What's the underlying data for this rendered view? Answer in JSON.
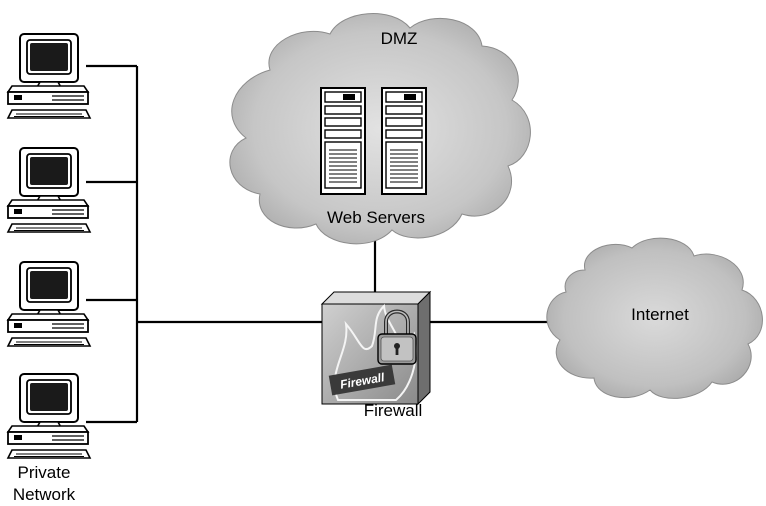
{
  "labels": {
    "dmz": "DMZ",
    "web_servers": "Web Servers",
    "internet": "Internet",
    "firewall": "Firewall",
    "firewall_badge": "Firewall",
    "private_line1": "Private",
    "private_line2": "Network"
  },
  "nodes": {
    "workstations": 4,
    "web_servers": 2
  },
  "colors": {
    "cloud_fill": "#c8c8c8",
    "internet_cloud_fill": "#c4c4c4",
    "firewall_front": "#b0b0b0",
    "firewall_side": "#6e6e6e",
    "line": "#000000"
  },
  "icons": {
    "dmz_cloud": "cloud-icon",
    "internet_cloud": "cloud-icon",
    "server": "server-tower-icon",
    "workstation": "desktop-computer-icon",
    "firewall": "firewall-padlock-icon"
  }
}
